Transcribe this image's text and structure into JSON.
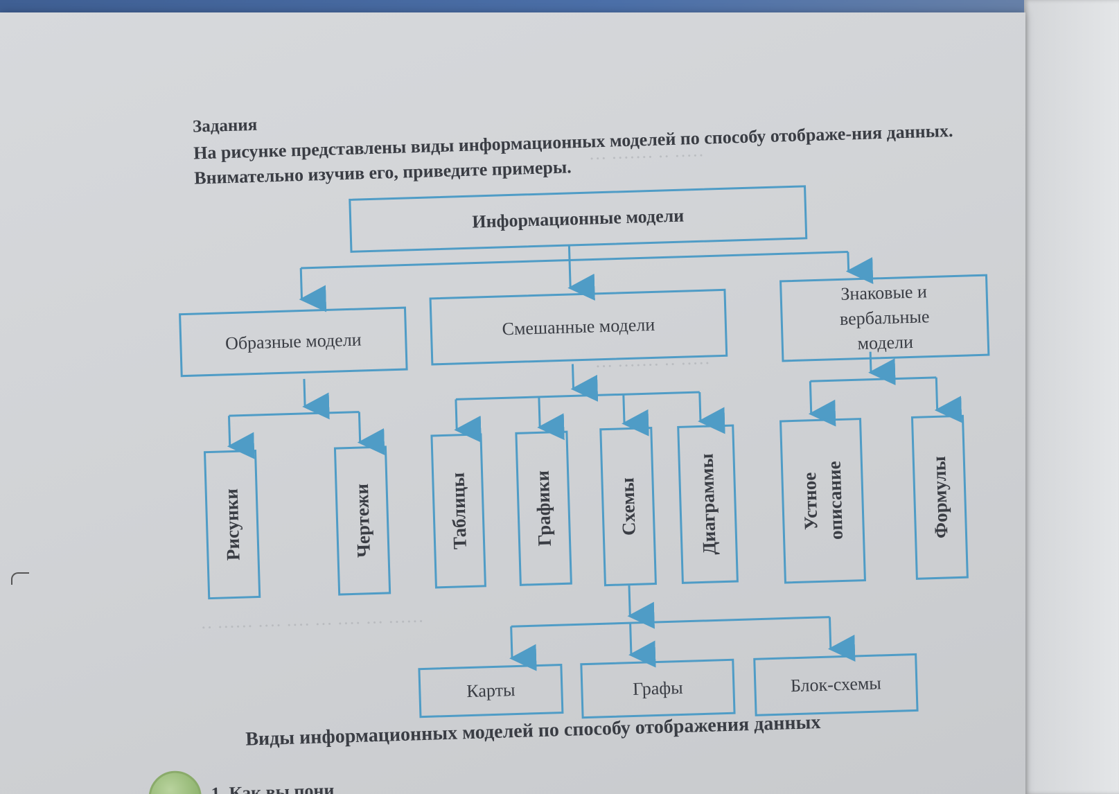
{
  "section": {
    "heading": "Задания",
    "paragraph": "На рисунке представлены виды информационных моделей по способу отображе-ния данных. Внимательно изучив его, приведите примеры."
  },
  "diagram": {
    "root": "Информационные модели",
    "level1": {
      "figurative": "Образные модели",
      "mixed": "Смешанные модели",
      "symbolic": "Знаковые и вербальные модели"
    },
    "level2": {
      "drawings": "Рисунки",
      "blueprints": "Чертежи",
      "tables": "Таблицы",
      "graphs": "Графики",
      "schemes": "Схемы",
      "diagrams": "Диаграммы",
      "oral": "Устное описание",
      "formulas": "Формулы"
    },
    "level3": {
      "maps": "Карты",
      "graphs": "Графы",
      "flowcharts": "Блок-схемы"
    },
    "colors": {
      "box_border": "#4f9cc6",
      "arrow": "#4f9cc6",
      "text": "#3a3d44"
    }
  },
  "caption": "Виды информационных моделей по способу отображения данных",
  "next_item": "1. Как вы пони"
}
